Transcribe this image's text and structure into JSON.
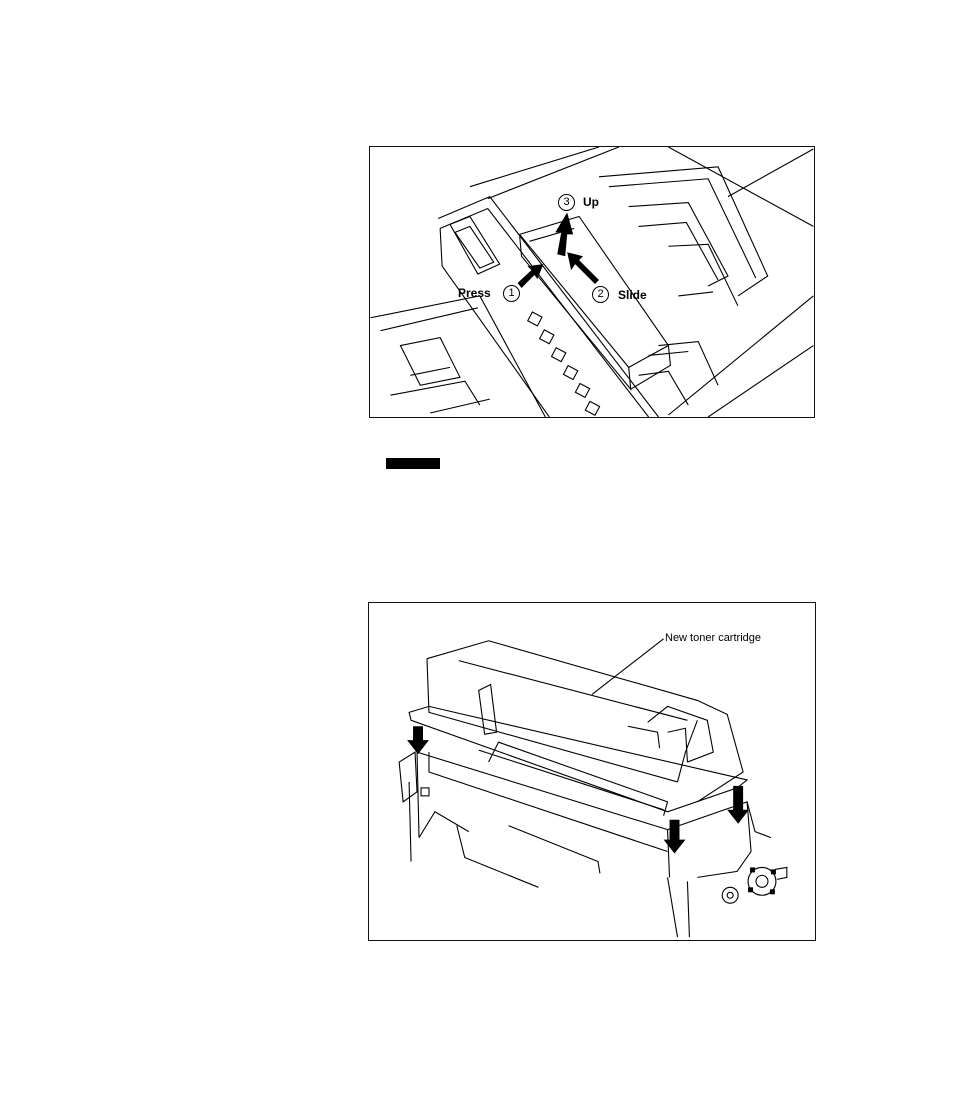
{
  "figure1": {
    "labels": {
      "press": "Press",
      "slide": "Slide",
      "up": "Up",
      "step1": "1",
      "step2": "2",
      "step3": "3"
    }
  },
  "figure2": {
    "callout": "New toner cartridge"
  }
}
